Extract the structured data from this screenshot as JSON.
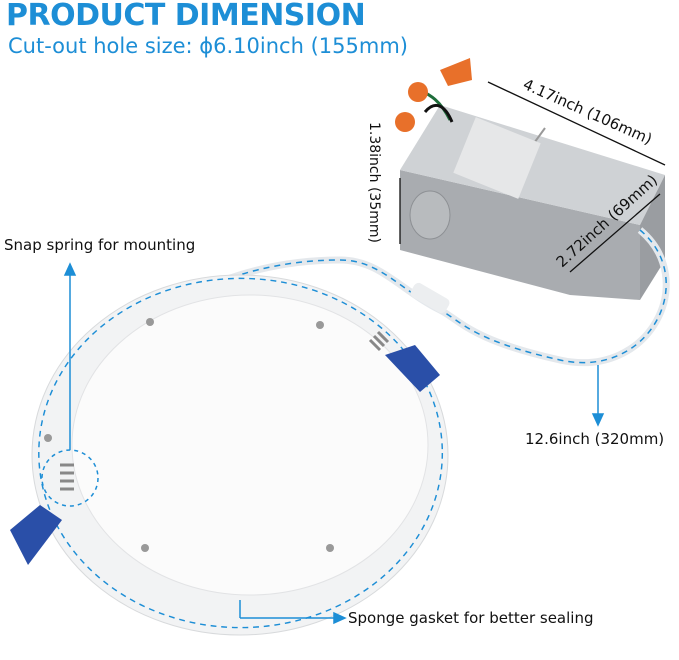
{
  "header": {
    "title": "PRODUCT DIMENSION",
    "subtitle": "Cut-out hole size: ϕ6.10inch (155mm)"
  },
  "dimensions": {
    "box_length": "4.17inch (106mm)",
    "box_height": "1.38inch (35mm)",
    "box_width": "2.72inch (69mm)",
    "cable_length": "12.6inch (320mm)"
  },
  "callouts": {
    "spring": "Snap spring for mounting",
    "gasket": "Sponge gasket for better sealing"
  },
  "colors": {
    "accent": "#1d8ed6",
    "clip": "#2a4fa8",
    "box": "#b9bcc0",
    "wire_nut": "#e8702a"
  }
}
